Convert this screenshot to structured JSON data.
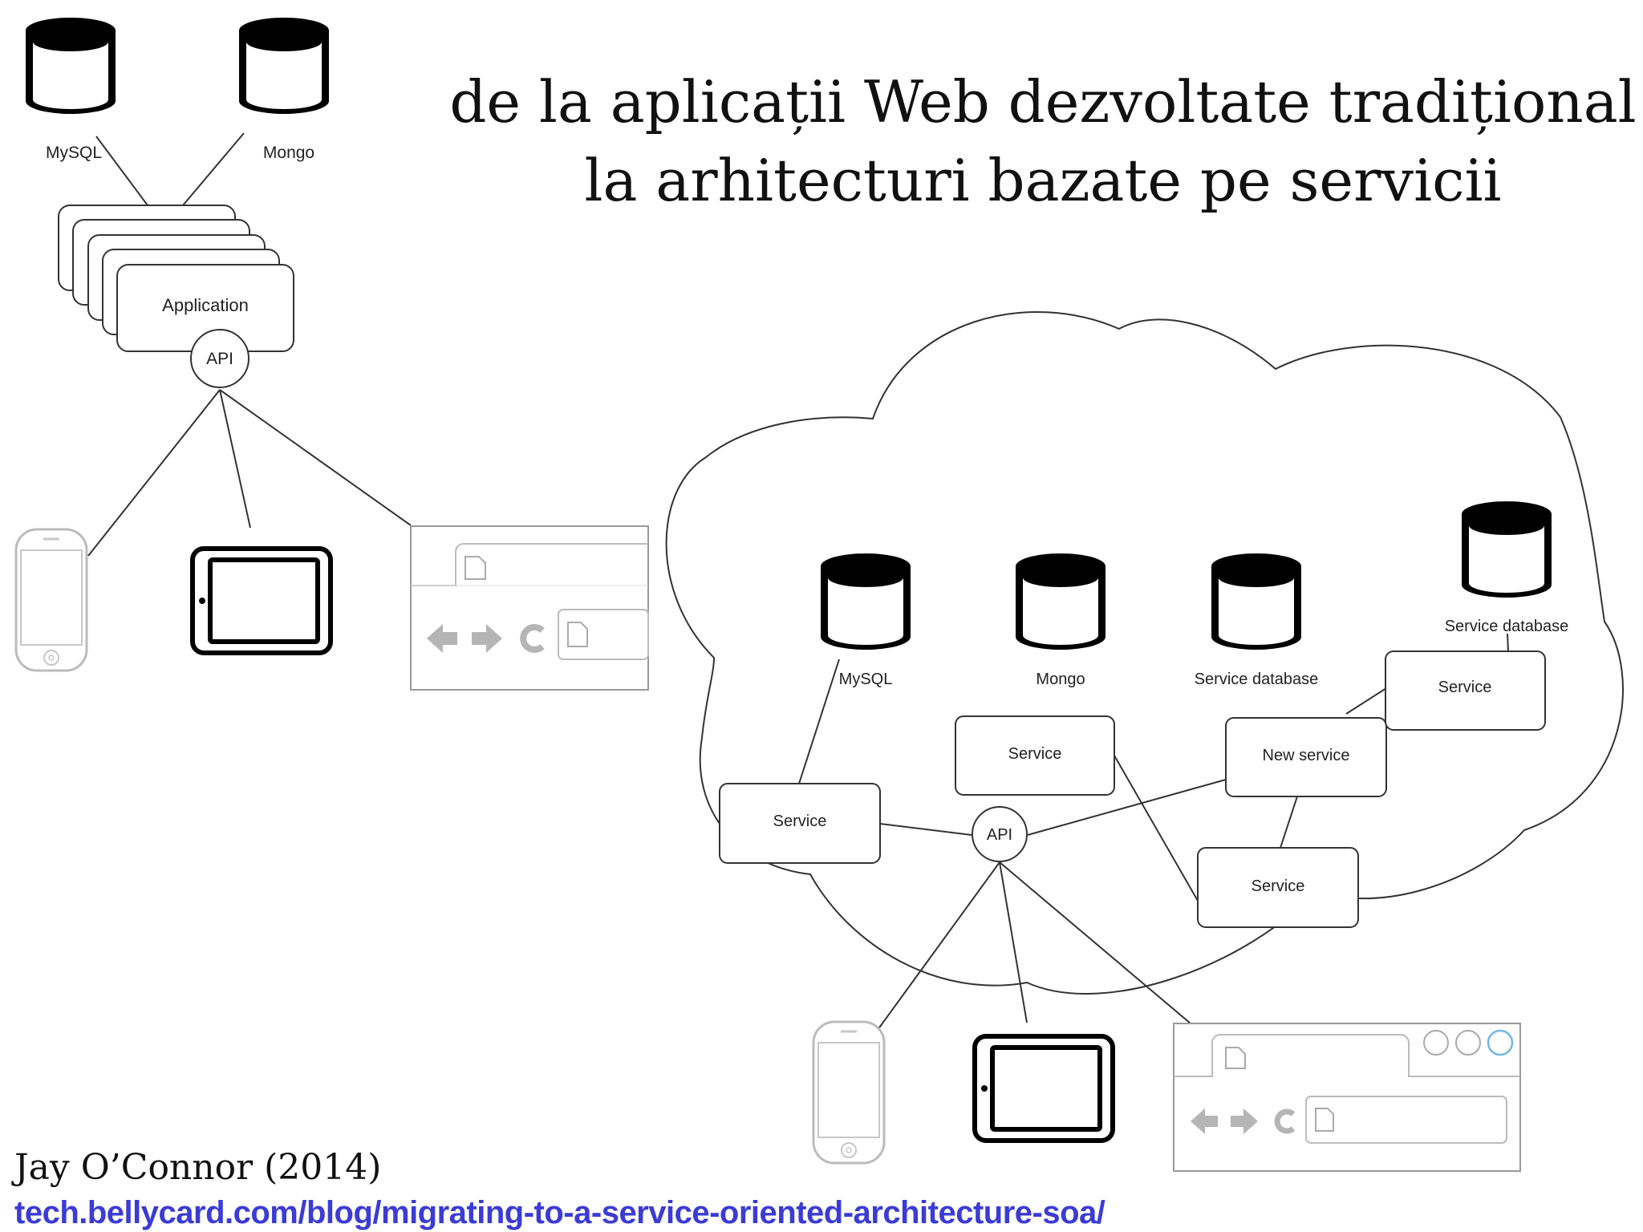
{
  "title": {
    "line1": "de la aplicații Web dezvoltate tradițional",
    "line2": "la arhitecturi bazate pe servicii"
  },
  "credit": {
    "author": "Jay O’Connor (2014)",
    "url": "tech.bellycard.com/blog/migrating-to-a-service-oriented-architecture-soa/"
  },
  "monolith": {
    "db_mysql": "MySQL",
    "db_mongo": "Mongo",
    "application": "Application",
    "api": "API"
  },
  "soa": {
    "db_mysql": "MySQL",
    "db_mongo": "Mongo",
    "db_service_1": "Service database",
    "db_service_2": "Service database",
    "service_left": "Service",
    "service_mid": "Service",
    "new_service": "New service",
    "service_right": "Service",
    "service_bottom": "Service",
    "api": "API"
  }
}
